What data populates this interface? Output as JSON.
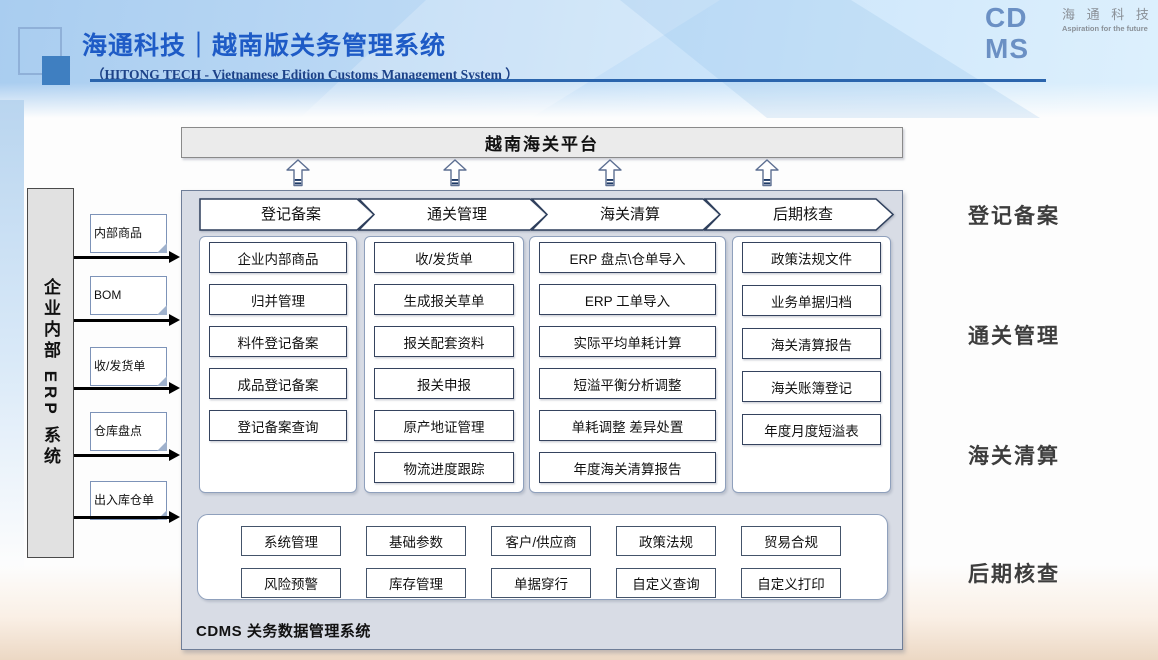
{
  "header": {
    "title": "海通科技｜越南版关务管理系统",
    "subtitle": "（HITONG TECH - Vietnamese Edition Customs Management System ）",
    "logo_acronym": "CDMS",
    "logo_company": "海 通 科 技",
    "logo_tagline": "Aspiration for the future"
  },
  "platform": {
    "label": "越南海关平台"
  },
  "erp": {
    "label": "企业内部 ERP 系统",
    "inputs": [
      "内部商品",
      "BOM",
      "收/发货单",
      "仓库盘点",
      "出入库仓单"
    ]
  },
  "process": {
    "headers": [
      "登记备案",
      "通关管理",
      "海关清算",
      "后期核查"
    ],
    "columns": [
      {
        "items": [
          "企业内部商品",
          "归并管理",
          "料件登记备案",
          "成品登记备案",
          "登记备案查询"
        ]
      },
      {
        "items": [
          "收/发货单",
          "生成报关草单",
          "报关配套资料",
          "报关申报",
          "原产地证管理",
          "物流进度跟踪"
        ]
      },
      {
        "items": [
          "ERP 盘点\\仓单导入",
          "ERP 工单导入",
          "实际平均单耗计算",
          "短溢平衡分析调整",
          "单耗调整 差异处置",
          "年度海关清算报告"
        ]
      },
      {
        "items": [
          "政策法规文件",
          "业务单据归档",
          "海关清算报告",
          "海关账簿登记",
          "年度月度短溢表"
        ]
      }
    ]
  },
  "modules": {
    "rows": [
      [
        "系统管理",
        "基础参数",
        "客户/供应商",
        "政策法规",
        "贸易合规"
      ],
      [
        "风险预警",
        "库存管理",
        "单据穿行",
        "自定义查询",
        "自定义打印"
      ]
    ],
    "caption": "CDMS 关务数据管理系统"
  },
  "side_labels": [
    "登记备案",
    "通关管理",
    "海关清算",
    "后期核查"
  ],
  "colors": {
    "accent_blue": "#1e5bc6",
    "logo_blue": "#6b90c4",
    "panel_fill": "#d8dce5",
    "box_border": "#35435e",
    "rule_blue": "#2b65ad"
  }
}
